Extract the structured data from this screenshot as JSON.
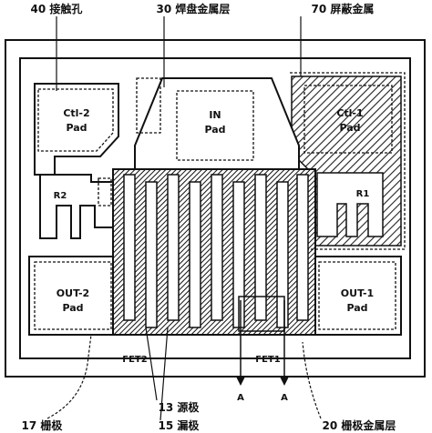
{
  "labels": {
    "contact_hole": "40 接触孔",
    "pad_metal": "30 焊盘金属层",
    "shield_metal": "70 屏蔽金属",
    "gate": "17 栅极",
    "source": "13 源极",
    "drain": "15 漏极",
    "gate_metal": "20 栅极金属层"
  },
  "pads": {
    "ctl2_line1": "Ctl-2",
    "ctl2_line2": "Pad",
    "in_line1": "IN",
    "in_line2": "Pad",
    "ctl1_line1": "Ctl-1",
    "ctl1_line2": "Pad",
    "out2_line1": "OUT-2",
    "out2_line2": "Pad",
    "out1_line1": "OUT-1",
    "out1_line2": "Pad"
  },
  "resistors": {
    "r1": "R1",
    "r2": "R2"
  },
  "fets": {
    "fet1": "FET1",
    "fet2": "FET2"
  },
  "section": {
    "left_marker": "A",
    "right_marker": "A"
  }
}
